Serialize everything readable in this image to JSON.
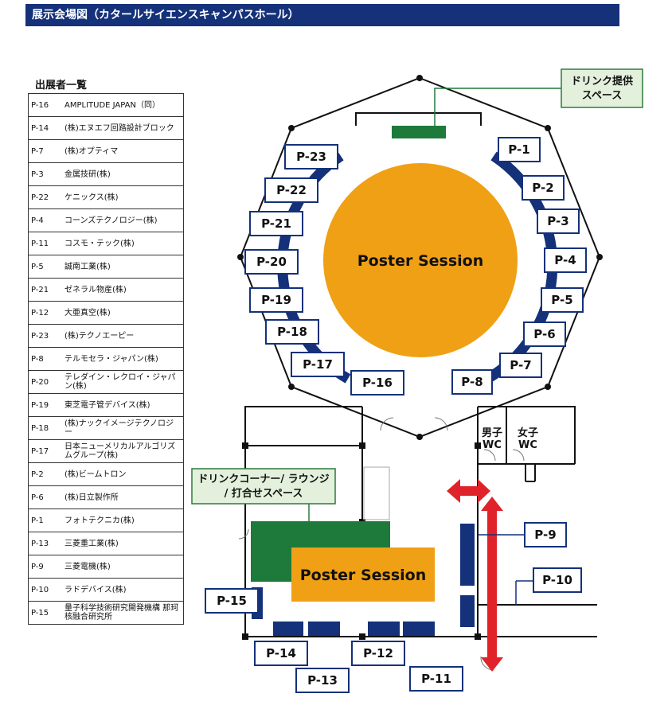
{
  "header": {
    "title": "展示会場図（カタールサイエンスキャンパスホール）"
  },
  "exhibitor_list": {
    "title": "出展者一覧",
    "rows": [
      {
        "code": "P-16",
        "name": "AMPLITUDE JAPAN（同）"
      },
      {
        "code": "P-14",
        "name": "(株)エヌエフ回路設計ブロック"
      },
      {
        "code": "P-7",
        "name": "(株)オプティマ"
      },
      {
        "code": "P-3",
        "name": "金属技研(株)"
      },
      {
        "code": "P-22",
        "name": "ケニックス(株)"
      },
      {
        "code": "P-4",
        "name": "コーンズテクノロジー(株)"
      },
      {
        "code": "P-11",
        "name": "コスモ・テック(株)"
      },
      {
        "code": "P-5",
        "name": "誠南工業(株)"
      },
      {
        "code": "P-21",
        "name": "ゼネラル物産(株)"
      },
      {
        "code": "P-12",
        "name": "大亜真空(株)"
      },
      {
        "code": "P-23",
        "name": "(株)テクノエーピー"
      },
      {
        "code": "P-8",
        "name": "テルモセラ・ジャパン(株)"
      },
      {
        "code": "P-20",
        "name": "テレダイン・レクロイ・ジャパン(株)"
      },
      {
        "code": "P-19",
        "name": "東芝電子管デバイス(株)"
      },
      {
        "code": "P-18",
        "name": "(株)ナックイメージテクノロジー"
      },
      {
        "code": "P-17",
        "name": "日本ニューメリカルアルゴリズムグループ(株)"
      },
      {
        "code": "P-2",
        "name": "(株)ビームトロン"
      },
      {
        "code": "P-6",
        "name": "(株)日立製作所"
      },
      {
        "code": "P-1",
        "name": "フォトテクニカ(株)"
      },
      {
        "code": "P-13",
        "name": "三菱重工業(株)"
      },
      {
        "code": "P-9",
        "name": "三菱電機(株)"
      },
      {
        "code": "P-10",
        "name": "ラドデバイス(株)"
      },
      {
        "code": "P-15",
        "name": "量子科学技術研究開発機構 那珂核融合研究所"
      }
    ]
  },
  "map": {
    "poster_session_1": "Poster Session",
    "poster_session_2": "Poster Session",
    "drink_space": "ドリンク提供 スペース",
    "drink_corner_1": "ドリンクコーナー/ ラウンジ",
    "drink_corner_2": "/ 打合せスペース",
    "wc_men": "男子 WC",
    "wc_women": "女子 WC",
    "booths": {
      "p1": "P-1",
      "p2": "P-2",
      "p3": "P-3",
      "p4": "P-4",
      "p5": "P-5",
      "p6": "P-6",
      "p7": "P-7",
      "p8": "P-8",
      "p9": "P-9",
      "p10": "P-10",
      "p11": "P-11",
      "p12": "P-12",
      "p13": "P-13",
      "p14": "P-14",
      "p15": "P-15",
      "p16": "P-16",
      "p17": "P-17",
      "p18": "P-18",
      "p19": "P-19",
      "p20": "P-20",
      "p21": "P-21",
      "p22": "P-22",
      "p23": "P-23"
    },
    "colors": {
      "navy": "#14317a",
      "orange": "#f0a015",
      "green": "#1e7a3a",
      "red": "#e0232a"
    }
  }
}
